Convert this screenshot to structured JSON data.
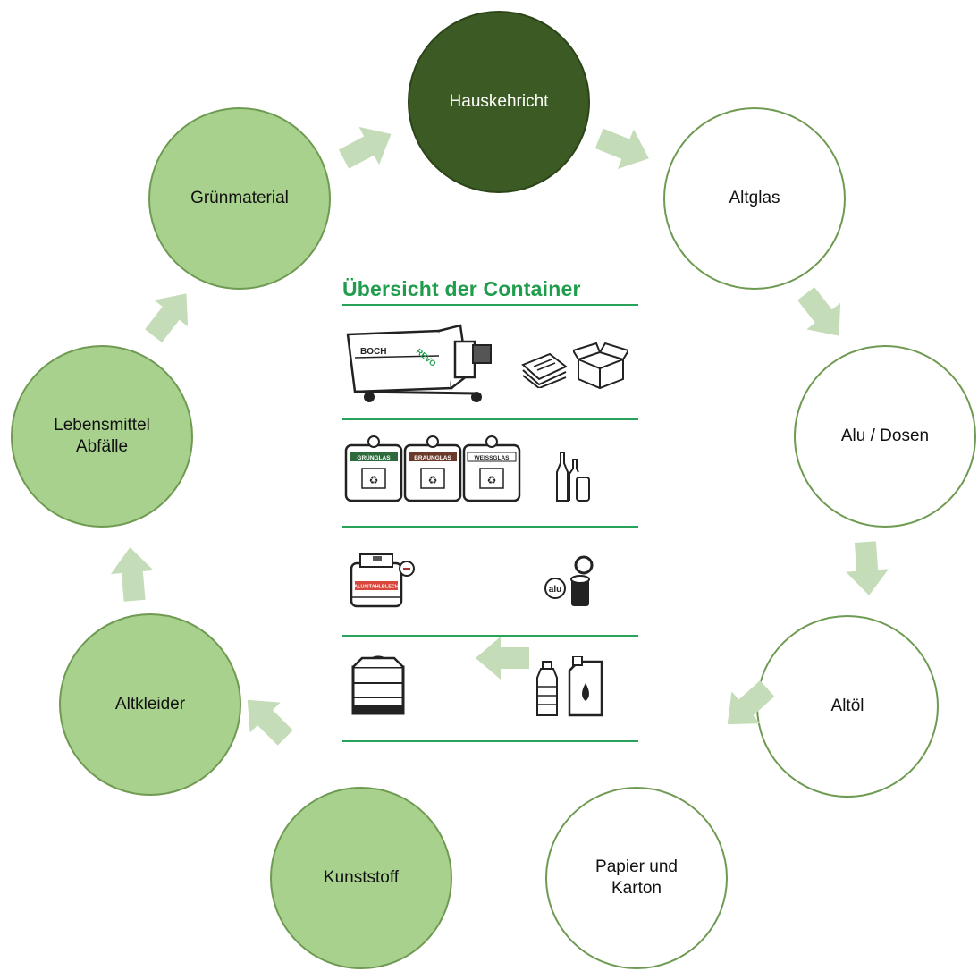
{
  "nodes": {
    "hauskehricht": "Hauskehricht",
    "altglas": "Altglas",
    "alu_dosen": "Alu / Dosen",
    "altoel": "Altöl",
    "papier_karton": "Papier und\nKarton",
    "kunststoff": "Kunststoff",
    "altkleider": "Altkleider",
    "lebensmittel": "Lebensmittel\nAbfälle",
    "gruenmaterial": "Grünmaterial"
  },
  "panel": {
    "title": "Übersicht der Container",
    "press_brand": "BOCH",
    "press_model": "REVO",
    "glass_labels": [
      "GRÜNGLAS",
      "BRAUNGLAS",
      "WEISSGLAS"
    ],
    "alu_label": "ALU/STAHLBLECH",
    "alu_icon_text": "alu"
  },
  "colors": {
    "dark_green": "#3c5a23",
    "light_green": "#a9d18e",
    "arrow_green": "#c5dcb8",
    "title_green": "#1f9d4c"
  }
}
